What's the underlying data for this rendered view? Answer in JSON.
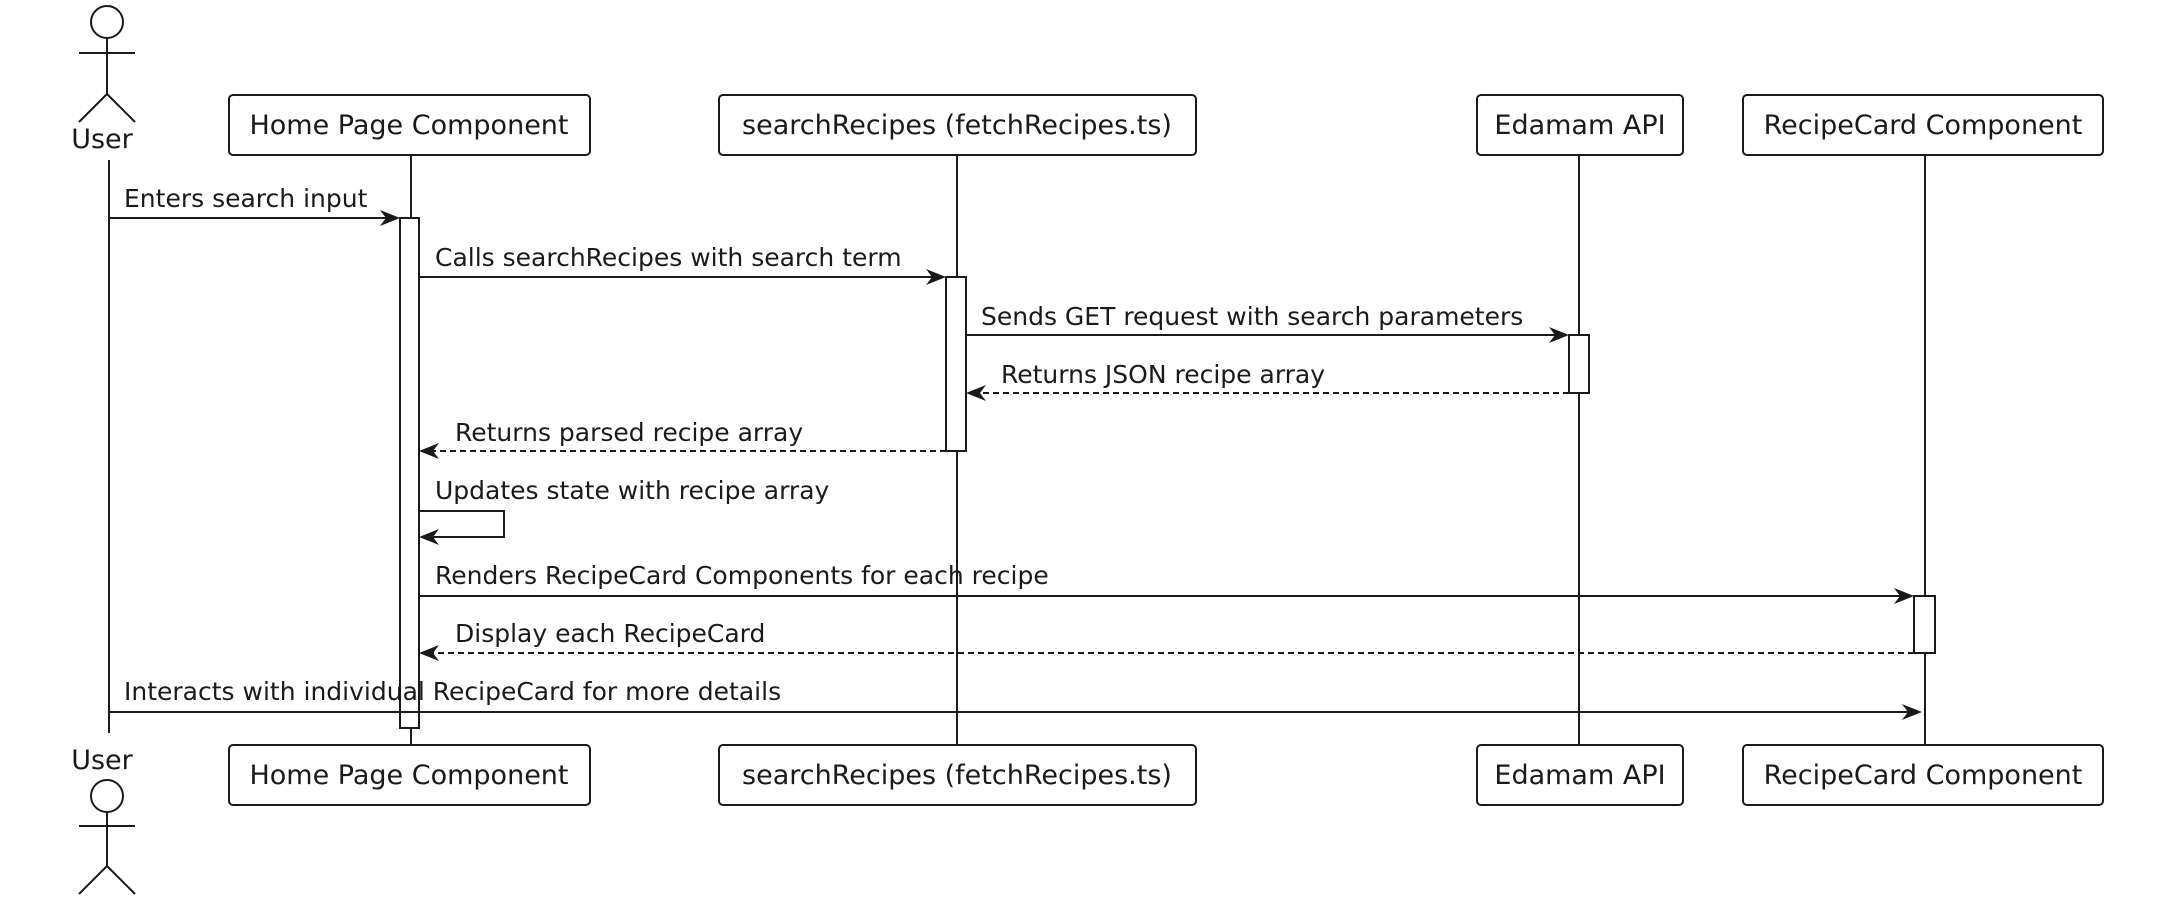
{
  "participants": [
    {
      "id": "user",
      "label": "User",
      "kind": "actor"
    },
    {
      "id": "home",
      "label": "Home Page Component",
      "kind": "box"
    },
    {
      "id": "search",
      "label": "searchRecipes (fetchRecipes.ts)",
      "kind": "box"
    },
    {
      "id": "edamam",
      "label": "Edamam API",
      "kind": "box"
    },
    {
      "id": "card",
      "label": "RecipeCard Component",
      "kind": "box"
    }
  ],
  "messages": [
    {
      "label": "Enters search input",
      "from": "user",
      "to": "home",
      "style": "solid"
    },
    {
      "label": "Calls searchRecipes with search term",
      "from": "home",
      "to": "search",
      "style": "solid"
    },
    {
      "label": "Sends GET request with search parameters",
      "from": "search",
      "to": "edamam",
      "style": "solid"
    },
    {
      "label": "Returns JSON recipe array",
      "from": "edamam",
      "to": "search",
      "style": "dashed"
    },
    {
      "label": "Returns parsed recipe array",
      "from": "search",
      "to": "home",
      "style": "dashed"
    },
    {
      "label": "Updates state with recipe array",
      "from": "home",
      "to": "home",
      "style": "self"
    },
    {
      "label": "Renders RecipeCard Components for each recipe",
      "from": "home",
      "to": "card",
      "style": "solid"
    },
    {
      "label": "Display each RecipeCard",
      "from": "card",
      "to": "home",
      "style": "dashed"
    },
    {
      "label": "Interacts with individual RecipeCard for more details",
      "from": "user",
      "to": "card",
      "style": "solid"
    }
  ]
}
